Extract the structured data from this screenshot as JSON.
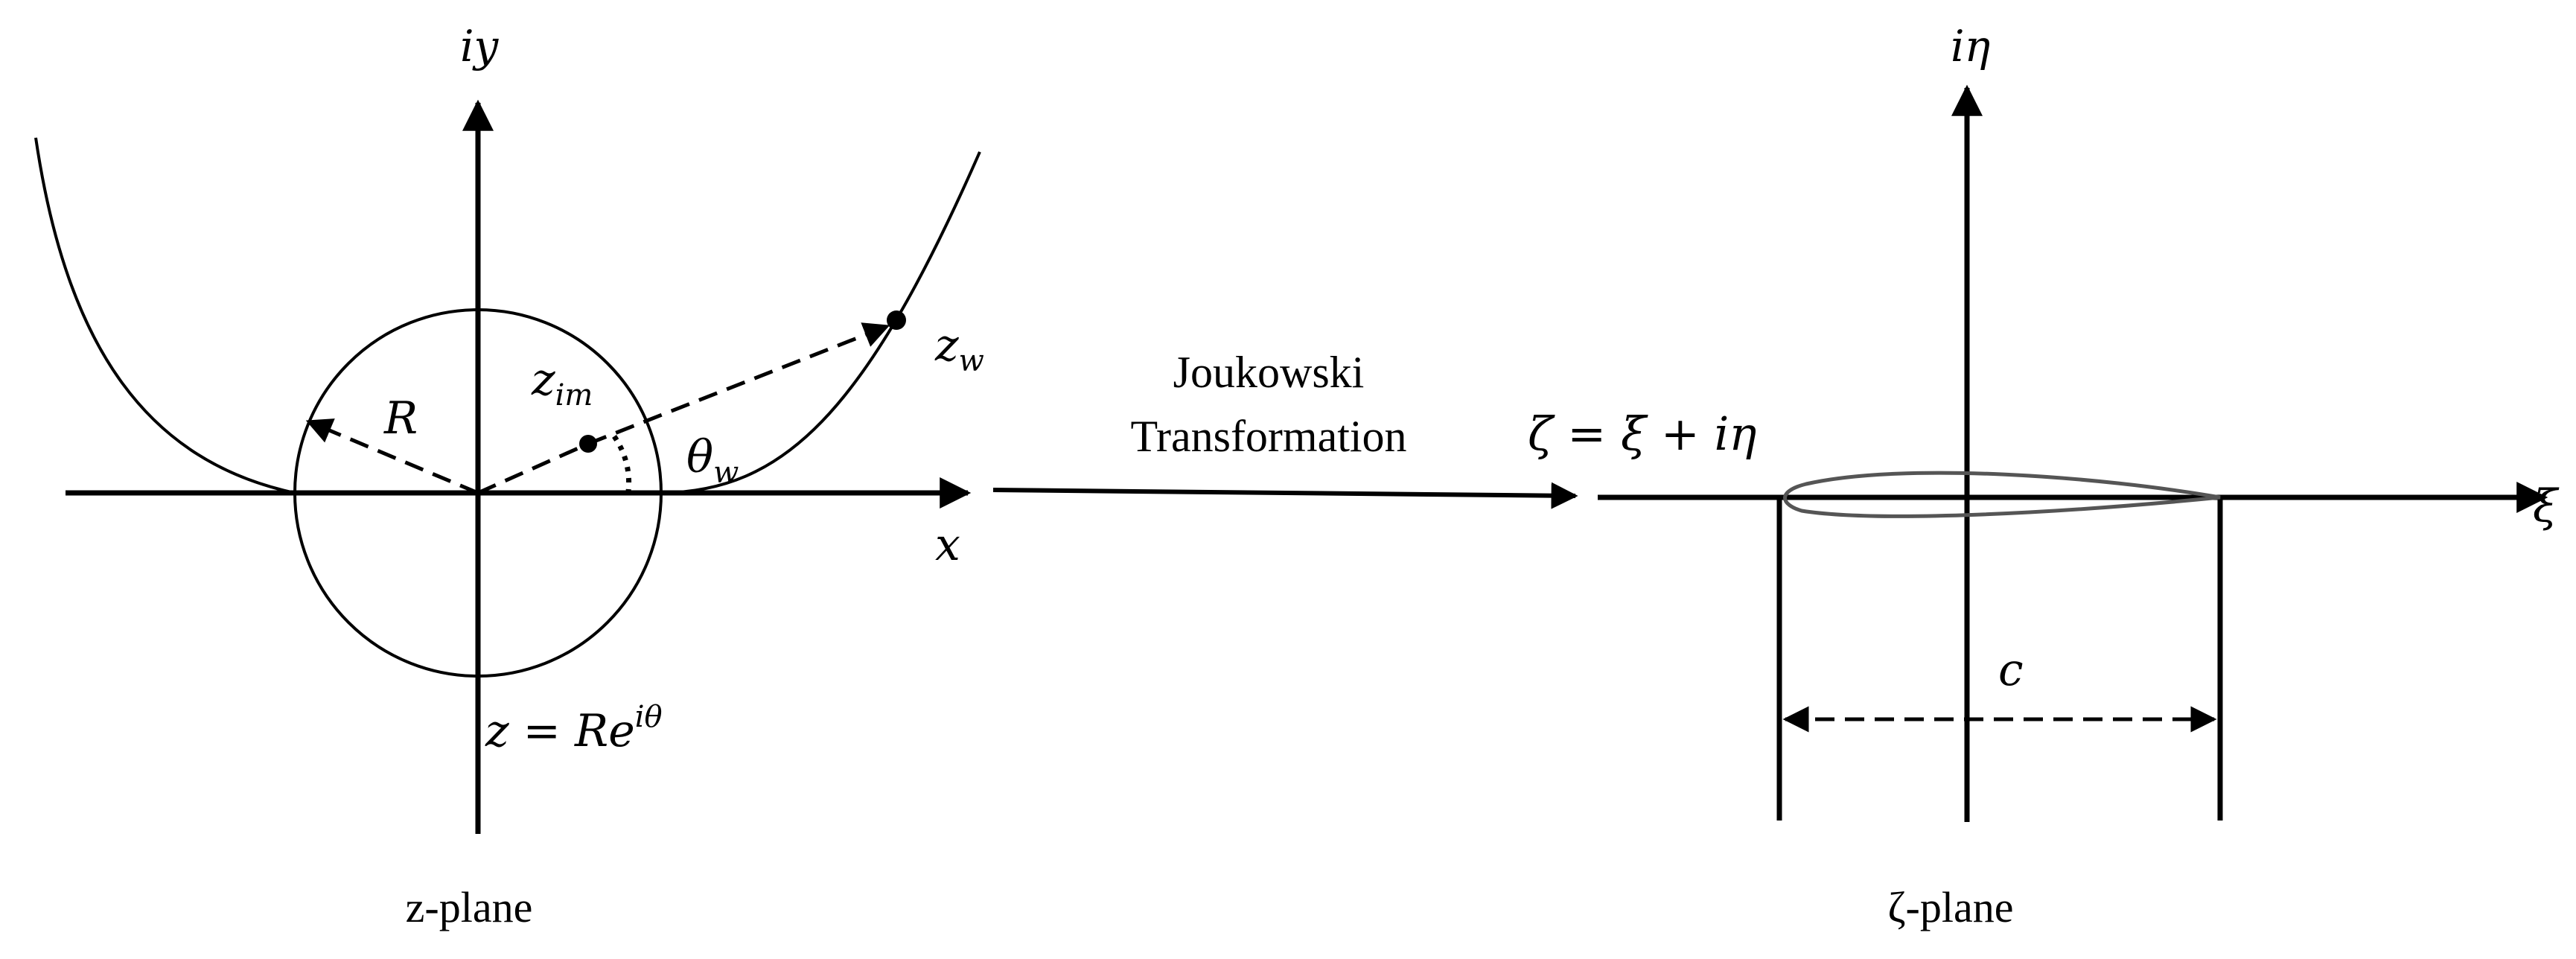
{
  "z_plane": {
    "axis_y_label": "iy",
    "axis_x_label": "x",
    "radius_label": "R",
    "point_im_label": "z",
    "point_im_sub": "im",
    "point_w_label": "z",
    "point_w_sub": "w",
    "angle_label": "θ",
    "angle_sub": "w",
    "equation_main": "z = Re",
    "equation_sup": "iθ",
    "caption": "z-plane"
  },
  "transformation": {
    "line1": "Joukowski",
    "line2": "Transformation"
  },
  "zeta_plane": {
    "axis_y_label": "iη",
    "axis_x_label": "ξ",
    "equation": "ζ = ξ + iη",
    "chord_label": "c",
    "caption": "ζ-plane"
  }
}
